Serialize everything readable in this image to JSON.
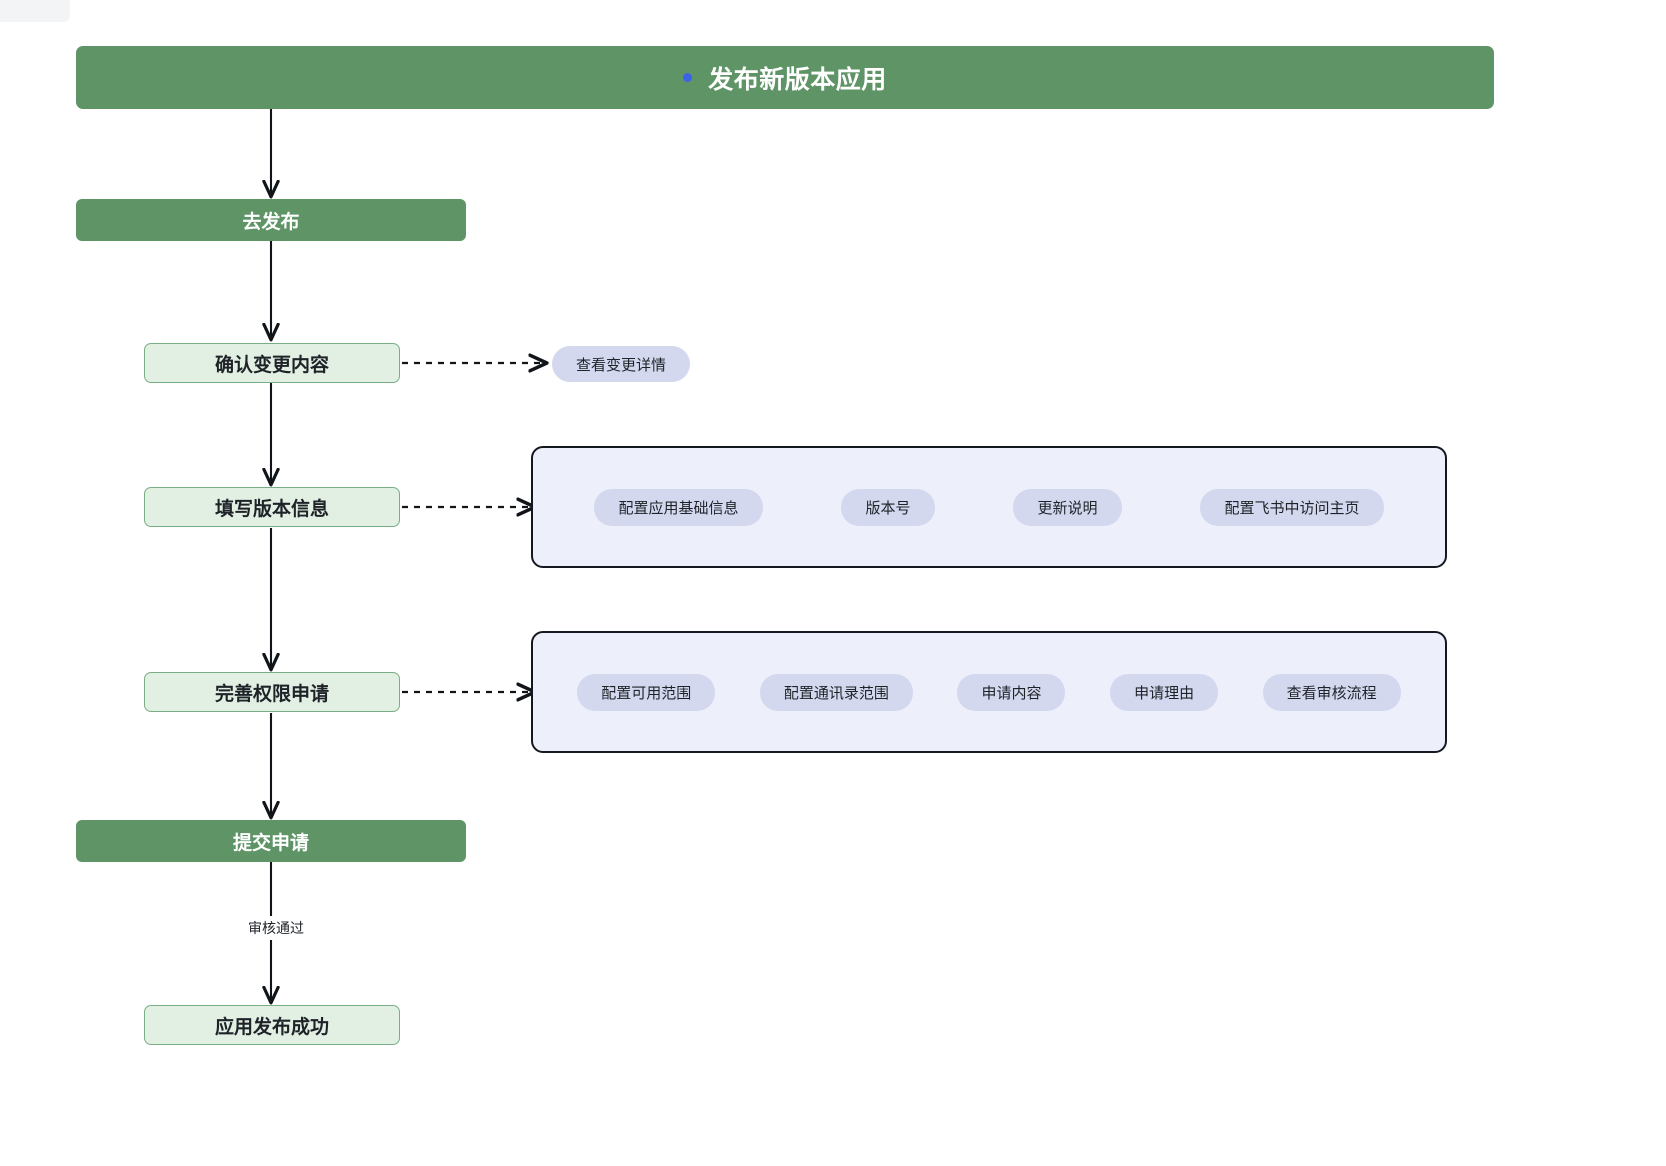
{
  "diagram": {
    "title": {
      "label": "发布新版本应用",
      "bullet_color": "#3b63e8",
      "bar_color": "#5f9467"
    },
    "nodes": [
      {
        "id": "go-publish",
        "label": "去发布",
        "kind": "green"
      },
      {
        "id": "confirm-change",
        "label": "确认变更内容",
        "kind": "step"
      },
      {
        "id": "fill-version",
        "label": "填写版本信息",
        "kind": "step"
      },
      {
        "id": "complete-perm",
        "label": "完善权限申请",
        "kind": "step"
      },
      {
        "id": "submit-apply",
        "label": "提交申请",
        "kind": "green"
      },
      {
        "id": "publish-ok",
        "label": "应用发布成功",
        "kind": "step"
      }
    ],
    "side_items": {
      "confirm_change": {
        "label": "查看变更详情"
      },
      "version_group": {
        "pills": [
          "配置应用基础信息",
          "版本号",
          "更新说明",
          "配置飞书中访问主页"
        ]
      },
      "permission_group": {
        "pills": [
          "配置可用范围",
          "配置通讯录范围",
          "申请内容",
          "申请理由",
          "查看审核流程"
        ]
      }
    },
    "edge_labels": {
      "approved": "审核通过"
    },
    "colors": {
      "green_fill": "#5f9467",
      "step_fill": "#e2f0e4",
      "step_border": "#79ae84",
      "group_fill": "#edf0fb",
      "group_border": "#14181f",
      "pill_fill": "#d3d8ef",
      "arrow": "#111418"
    }
  }
}
